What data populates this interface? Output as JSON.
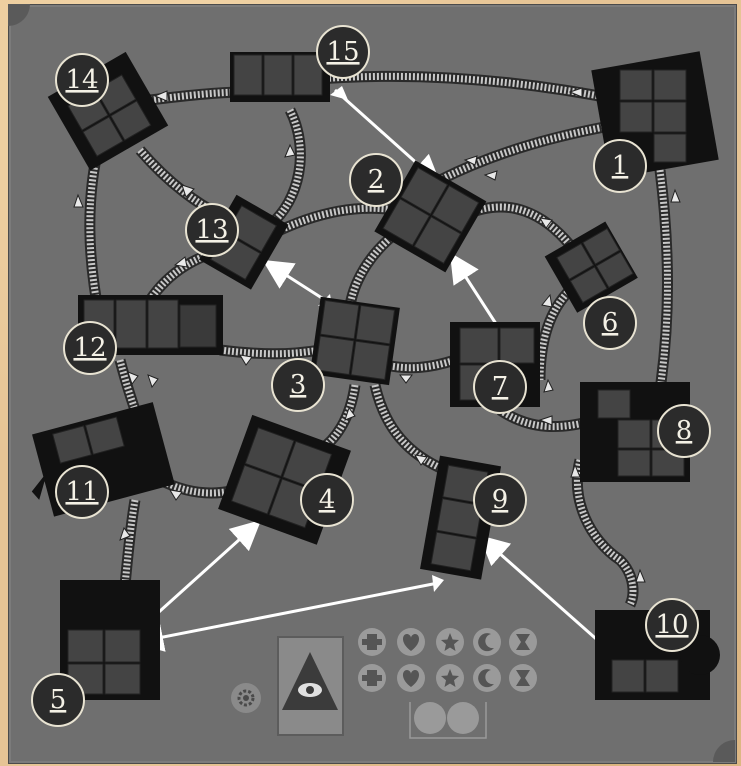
{
  "board": {
    "background": "#6f6f6f",
    "path_color": "#bdbdbd",
    "building_color": "#3f3f3f",
    "label_fill": "#2b2b2b"
  },
  "locations": [
    {
      "id": "1",
      "label": "1"
    },
    {
      "id": "2",
      "label": "2"
    },
    {
      "id": "3",
      "label": "3"
    },
    {
      "id": "4",
      "label": "4"
    },
    {
      "id": "5",
      "label": "5"
    },
    {
      "id": "6",
      "label": "6"
    },
    {
      "id": "7",
      "label": "7"
    },
    {
      "id": "8",
      "label": "8"
    },
    {
      "id": "9",
      "label": "9"
    },
    {
      "id": "10",
      "label": "10"
    },
    {
      "id": "11",
      "label": "11"
    },
    {
      "id": "12",
      "label": "12"
    },
    {
      "id": "13",
      "label": "13"
    },
    {
      "id": "14",
      "label": "14"
    },
    {
      "id": "15",
      "label": "15"
    }
  ],
  "symbols_row1": [
    "cross-icon",
    "heart-icon",
    "star-icon",
    "moon-icon",
    "hourglass-icon"
  ],
  "symbols_row2": [
    "cross-icon",
    "heart-icon",
    "star-icon",
    "moon-icon",
    "hourglass-icon"
  ],
  "card_icon": "eye-pyramid-icon",
  "settings_icon": "gear-icon",
  "tokens": [
    "token-circle",
    "token-circle"
  ]
}
